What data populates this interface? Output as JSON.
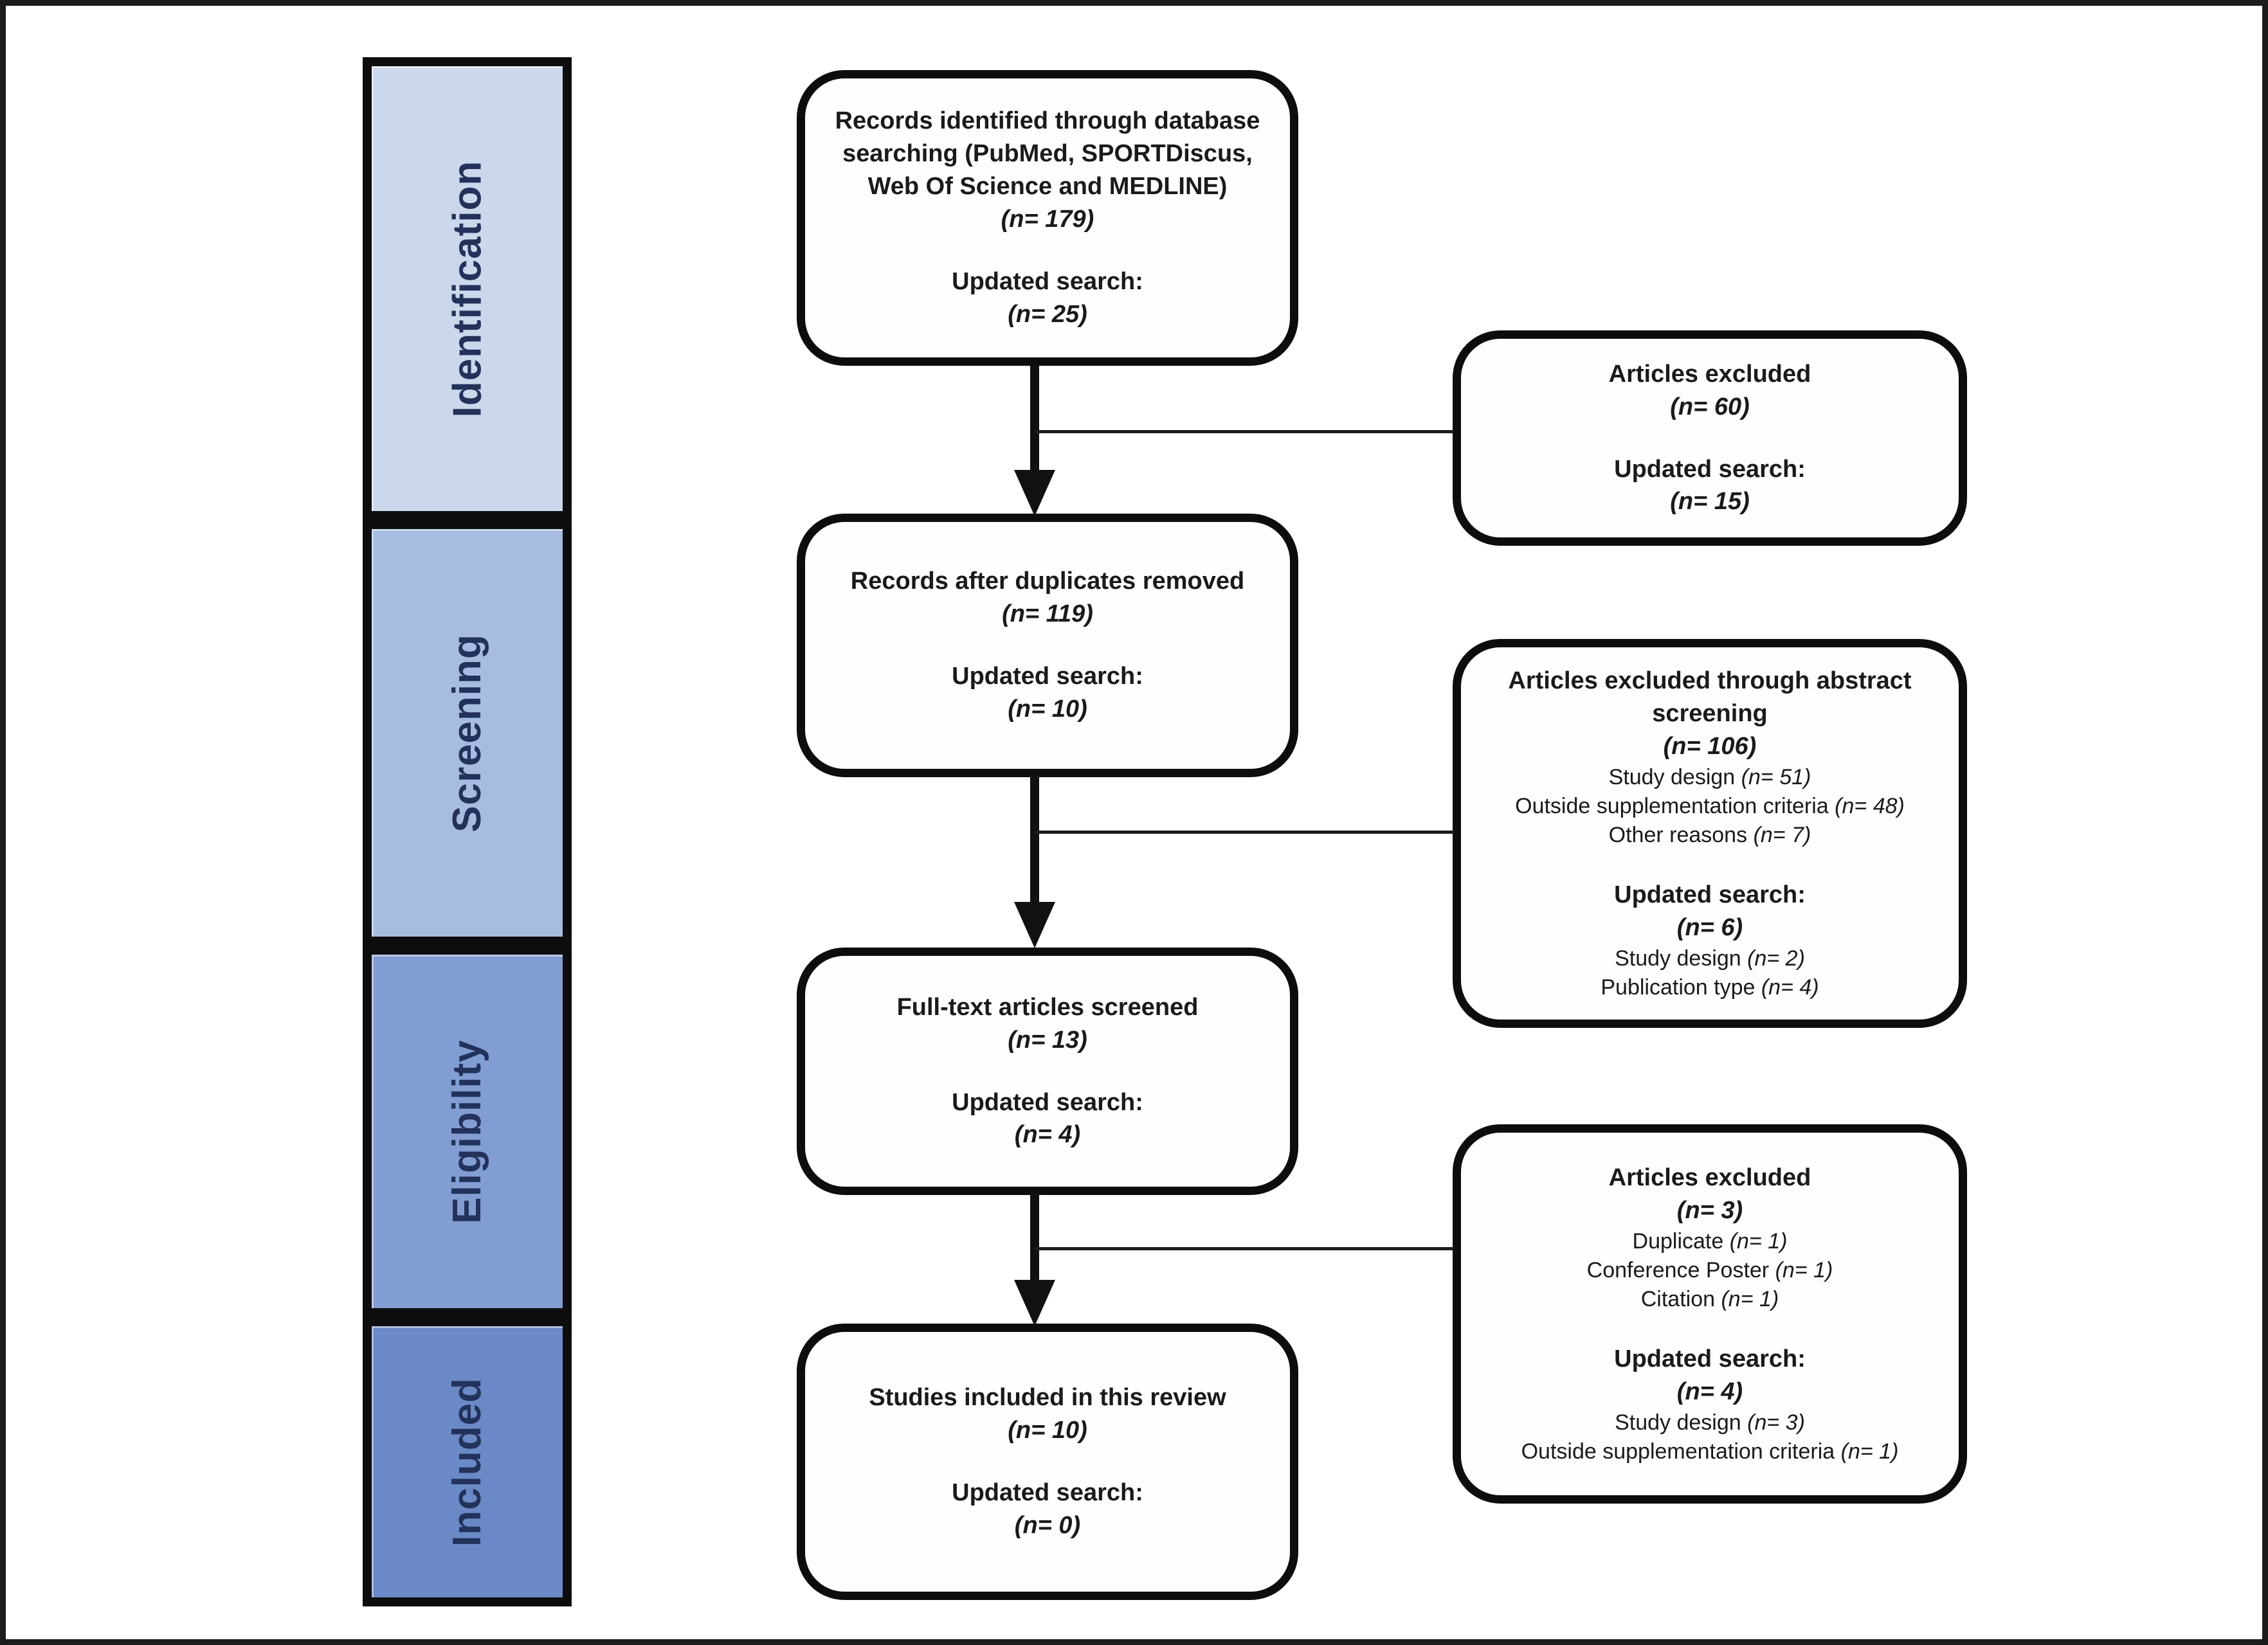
{
  "figure": {
    "title": "PRISMA flow diagram of study selection",
    "frame_color": "#1c1c1c",
    "box_border_color": "#0d0d0d",
    "text_color": "#1a1a1a"
  },
  "sidebar": {
    "label_color": "#22325a",
    "phases": [
      {
        "label": "Identification",
        "color": "#cbd7eb"
      },
      {
        "label": "Screening",
        "color": "#a6bce1"
      },
      {
        "label": "Eligibility",
        "color": "#829dd2"
      },
      {
        "label": "Included",
        "color": "#6a89c6"
      }
    ]
  },
  "flow": {
    "boxes": [
      {
        "id": "records-identified",
        "lines": [
          {
            "text": "Records identified through database searching (PubMed,  SPORTDiscus, Web Of Science and MEDLINE)",
            "count": "",
            "style": "b"
          },
          {
            "text": "",
            "count": "(n= 179)",
            "style": "b"
          },
          {
            "text": "",
            "count": "",
            "style": "gap"
          },
          {
            "text": "Updated search:",
            "count": "",
            "style": "b"
          },
          {
            "text": "",
            "count": "(n= 25)",
            "style": "b"
          }
        ]
      },
      {
        "id": "records-after-duplicates",
        "lines": [
          {
            "text": "Records after duplicates removed",
            "count": "",
            "style": "b"
          },
          {
            "text": "",
            "count": "(n= 119)",
            "style": "b"
          },
          {
            "text": "",
            "count": "",
            "style": "gap"
          },
          {
            "text": "Updated search:",
            "count": "",
            "style": "b"
          },
          {
            "text": "",
            "count": "(n= 10)",
            "style": "b"
          }
        ]
      },
      {
        "id": "full-text-screened",
        "lines": [
          {
            "text": "Full-text articles screened",
            "count": "",
            "style": "b"
          },
          {
            "text": "",
            "count": "(n= 13)",
            "style": "b"
          },
          {
            "text": "",
            "count": "",
            "style": "gap"
          },
          {
            "text": "Updated search:",
            "count": "",
            "style": "b"
          },
          {
            "text": "",
            "count": "(n= 4)",
            "style": "b"
          }
        ]
      },
      {
        "id": "studies-included",
        "lines": [
          {
            "text": "Studies included in this review",
            "count": "",
            "style": "b"
          },
          {
            "text": "",
            "count": "(n= 10)",
            "style": "b"
          },
          {
            "text": "",
            "count": "",
            "style": "gap"
          },
          {
            "text": "Updated search:",
            "count": "",
            "style": "b"
          },
          {
            "text": "",
            "count": "(n= 0)",
            "style": "b"
          }
        ]
      }
    ],
    "exclusions": [
      {
        "id": "articles-excluded-1",
        "lines": [
          {
            "text": "Articles excluded",
            "count": "",
            "style": "b"
          },
          {
            "text": "",
            "count": "(n= 60)",
            "style": "b"
          },
          {
            "text": "",
            "count": "",
            "style": "gap"
          },
          {
            "text": "Updated search:",
            "count": "",
            "style": "b"
          },
          {
            "text": "",
            "count": "(n= 15)",
            "style": "b"
          }
        ]
      },
      {
        "id": "articles-excluded-abstract",
        "lines": [
          {
            "text": "Articles excluded through abstract screening",
            "count": "",
            "style": "b"
          },
          {
            "text": "",
            "count": "(n= 106)",
            "style": "b"
          },
          {
            "text": "Study design",
            "count": "(n=  51)",
            "style": "r"
          },
          {
            "text": "Outside supplementation criteria",
            "count": "(n=  48)",
            "style": "r"
          },
          {
            "text": "Other reasons",
            "count": "(n=  7)",
            "style": "r"
          },
          {
            "text": "",
            "count": "",
            "style": "gap"
          },
          {
            "text": "Updated search:",
            "count": "",
            "style": "b"
          },
          {
            "text": "",
            "count": "(n= 6)",
            "style": "b"
          },
          {
            "text": "Study design",
            "count": "(n=  2)",
            "style": "r"
          },
          {
            "text": "Publication type",
            "count": "(n= 4)",
            "style": "r"
          }
        ]
      },
      {
        "id": "articles-excluded-3",
        "lines": [
          {
            "text": "Articles excluded",
            "count": "",
            "style": "b"
          },
          {
            "text": "",
            "count": "(n= 3)",
            "style": "b"
          },
          {
            "text": "Duplicate",
            "count": "(n=  1)",
            "style": "r"
          },
          {
            "text": "Conference Poster",
            "count": "(n=  1)",
            "style": "r"
          },
          {
            "text": "Citation",
            "count": "(n=  1)",
            "style": "r"
          },
          {
            "text": "",
            "count": "",
            "style": "gap"
          },
          {
            "text": "Updated search:",
            "count": "",
            "style": "b"
          },
          {
            "text": "",
            "count": "(n= 4)",
            "style": "b"
          },
          {
            "text": "Study design",
            "count": "(n=  3)",
            "style": "r"
          },
          {
            "text": "Outside supplementation criteria",
            "count": "(n=  1)",
            "style": "r"
          }
        ]
      }
    ]
  }
}
